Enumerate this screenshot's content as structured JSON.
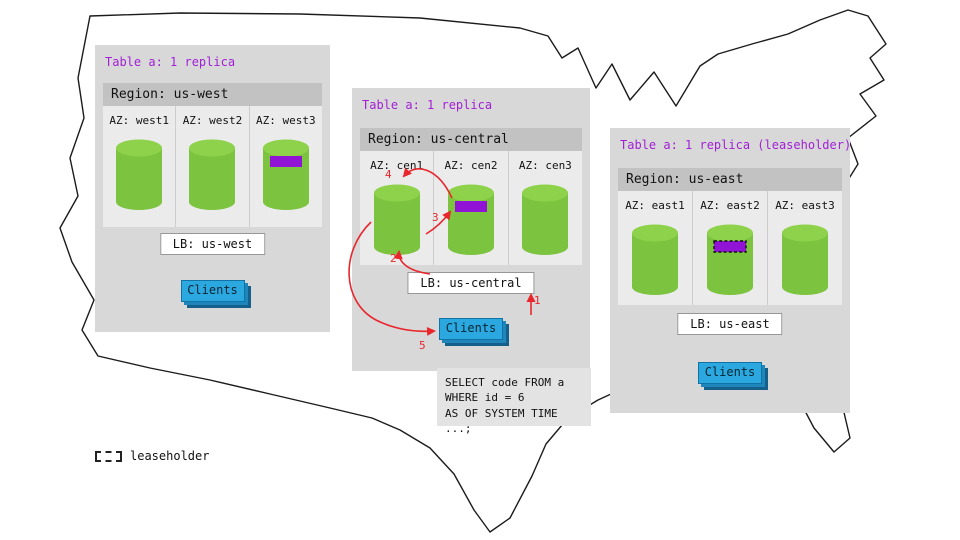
{
  "regions": {
    "west": {
      "table_label": "Table a: 1 replica",
      "region_label": "Region: us-west",
      "azs": [
        {
          "label": "AZ: west1"
        },
        {
          "label": "AZ: west2"
        },
        {
          "label": "AZ: west3"
        }
      ],
      "lb_label": "LB: us-west",
      "clients_label": "Clients"
    },
    "central": {
      "table_label": "Table a: 1 replica",
      "region_label": "Region: us-central",
      "azs": [
        {
          "label": "AZ: cen1"
        },
        {
          "label": "AZ: cen2"
        },
        {
          "label": "AZ: cen3"
        }
      ],
      "lb_label": "LB: us-central",
      "clients_label": "Clients"
    },
    "east": {
      "table_label": "Table a: 1 replica (leaseholder)",
      "region_label": "Region: us-east",
      "azs": [
        {
          "label": "AZ: east1"
        },
        {
          "label": "AZ: east2"
        },
        {
          "label": "AZ: east3"
        }
      ],
      "lb_label": "LB: us-east",
      "clients_label": "Clients"
    }
  },
  "flow_steps": [
    {
      "num": "1"
    },
    {
      "num": "2"
    },
    {
      "num": "3"
    },
    {
      "num": "4"
    },
    {
      "num": "5"
    }
  ],
  "sql_query": {
    "line1": "SELECT code FROM a",
    "line2": "WHERE id = 6",
    "line3": "AS OF SYSTEM TIME ...;"
  },
  "legend": {
    "label": "leaseholder"
  },
  "colors": {
    "cylinder_green": "#7cc33f",
    "cylinder_top_green": "#8ed24b",
    "replica_purple": "#9013d6",
    "arrow_red": "#e8262c",
    "title_purple": "#a21fd6",
    "clients_blue": "#2ba8e0"
  }
}
